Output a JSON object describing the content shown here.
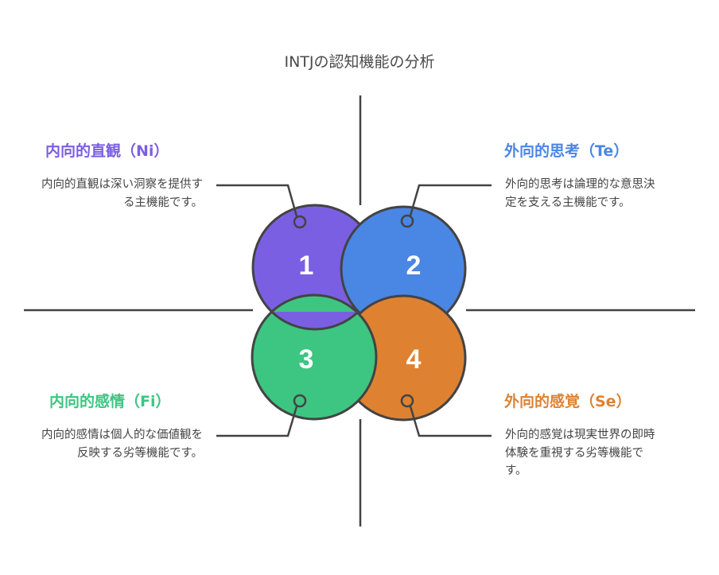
{
  "title": "INTJの認知機能の分析",
  "colors": {
    "ni": "#7B5FE3",
    "te": "#4A86E3",
    "fi": "#3DC582",
    "se": "#DE8231",
    "stroke": "#434343"
  },
  "quadrants": [
    {
      "number": "1",
      "heading": "内向的直観（Ni）",
      "description": "内向的直観は深い洞察を提供する主機能です。"
    },
    {
      "number": "2",
      "heading": "外向的思考（Te）",
      "description": "外向的思考は論理的な意思決定を支える主機能です。"
    },
    {
      "number": "3",
      "heading": "内向的感情（Fi）",
      "description": "内向的感情は個人的な価値観を反映する劣等機能です。"
    },
    {
      "number": "4",
      "heading": "外向的感覚（Se）",
      "description": "外向的感覚は現実世界の即時体験を重視する劣等機能です。"
    }
  ]
}
